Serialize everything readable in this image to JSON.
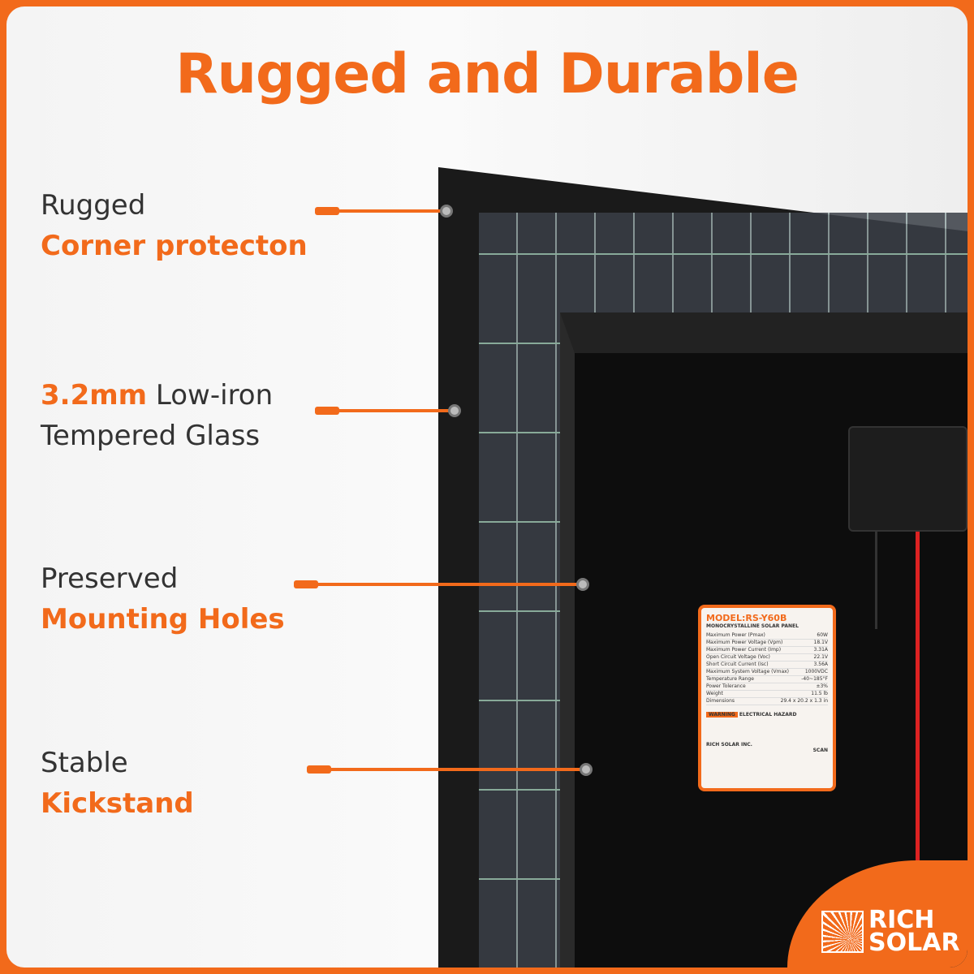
{
  "title": "Rugged and Durable",
  "features": [
    {
      "line1": "Rugged",
      "line2": "Corner protecton"
    },
    {
      "highlight": "3.2mm",
      "line1": " Low-iron",
      "line2": "Tempered Glass"
    },
    {
      "line1": "Preserved",
      "line2": "Mounting Holes"
    },
    {
      "line1": "Stable",
      "line2": "Kickstand"
    }
  ],
  "label": {
    "model": "MODEL:RS-Y60B",
    "subtitle": "MONOCRYSTALLINE SOLAR PANEL",
    "brand": "RICH SOLAR",
    "rows": [
      [
        "Maximum Power (Pmax)",
        "60W"
      ],
      [
        "Maximum Power Voltage (Vpm)",
        "18.1V"
      ],
      [
        "Maximum Power Current (Imp)",
        "3.31A"
      ],
      [
        "Open Circuit Voltage (Voc)",
        "22.1V"
      ],
      [
        "Short Circuit Current (Isc)",
        "3.56A"
      ],
      [
        "Maximum System Voltage (Vmax)",
        "1000VDC"
      ],
      [
        "Temperature Range",
        "-40~185°F"
      ],
      [
        "Power Tolerance",
        "±3%"
      ],
      [
        "Weight",
        "11.5 lb"
      ],
      [
        "Dimensions",
        "29.4 x 20.2 x 1.3 in"
      ]
    ],
    "warning": "WARNING",
    "hazard": "ELECTRICAL HAZARD",
    "company": "RICH SOLAR INC.",
    "scan": "SCAN"
  },
  "logo": {
    "line1": "RICH",
    "line2": "SOLAR"
  },
  "colors": {
    "accent": "#f26a1b"
  }
}
